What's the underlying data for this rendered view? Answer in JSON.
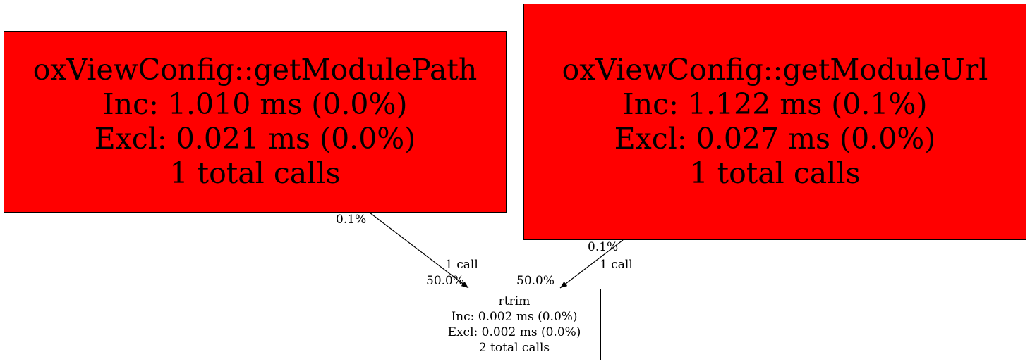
{
  "nodes": {
    "get_module_path": {
      "name": "oxViewConfig::getModulePath",
      "inc": "Inc: 1.010 ms (0.0%)",
      "excl": "Excl: 0.021 ms (0.0%)",
      "calls": "1 total calls",
      "color": "#ff0000"
    },
    "get_module_url": {
      "name": "oxViewConfig::getModuleUrl",
      "inc": "Inc: 1.122 ms (0.1%)",
      "excl": "Excl: 0.027 ms (0.0%)",
      "calls": "1 total calls",
      "color": "#ff0000"
    },
    "rtrim": {
      "name": "rtrim",
      "inc": "Inc: 0.002 ms (0.0%)",
      "excl": "Excl: 0.002 ms (0.0%)",
      "calls": "2 total calls",
      "color": "#ffffff"
    }
  },
  "edges": [
    {
      "from": "oxViewConfig::getModulePath",
      "to": "rtrim",
      "tail_label": "0.1%",
      "label": "1 call",
      "head_label": "50.0%"
    },
    {
      "from": "oxViewConfig::getModuleUrl",
      "to": "rtrim",
      "tail_label": "0.1%",
      "label": "1 call",
      "head_label": "50.0%"
    }
  ]
}
